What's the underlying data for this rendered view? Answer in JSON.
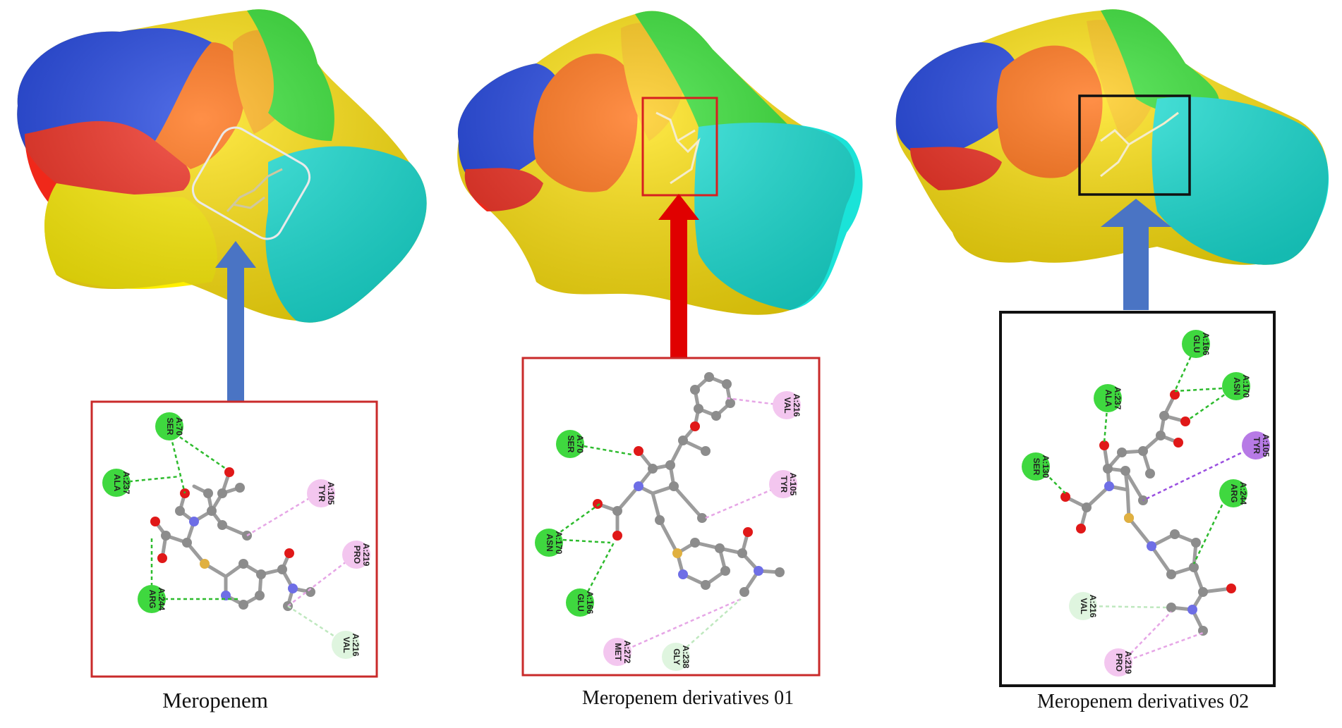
{
  "figure": {
    "panels": [
      {
        "caption": "Meropenem",
        "ligand_box_color": "#e9e9e9",
        "arrow_color": "#4a74c4",
        "residues": [
          {
            "name": "SER",
            "pos": "A:70",
            "kind": "hbond"
          },
          {
            "name": "ALA",
            "pos": "A:237",
            "kind": "hbond"
          },
          {
            "name": "ARG",
            "pos": "A:244",
            "kind": "hbond"
          },
          {
            "name": "TYR",
            "pos": "A:105",
            "kind": "pi-alkyl"
          },
          {
            "name": "PRO",
            "pos": "A:219",
            "kind": "pi-alkyl"
          },
          {
            "name": "VAL",
            "pos": "A:216",
            "kind": "vdw"
          }
        ]
      },
      {
        "caption": "Meropenem derivatives 01",
        "ligand_box_color": "#d62020",
        "arrow_color": "#e00000",
        "residues": [
          {
            "name": "VAL",
            "pos": "A:216",
            "kind": "pi-alkyl"
          },
          {
            "name": "SER",
            "pos": "A:70",
            "kind": "hbond"
          },
          {
            "name": "TYR",
            "pos": "A:105",
            "kind": "pi-alkyl"
          },
          {
            "name": "ASN",
            "pos": "A:170",
            "kind": "hbond"
          },
          {
            "name": "GLU",
            "pos": "A:166",
            "kind": "hbond"
          },
          {
            "name": "MET",
            "pos": "A:272",
            "kind": "pi-alkyl"
          },
          {
            "name": "GLY",
            "pos": "A:238",
            "kind": "vdw"
          }
        ]
      },
      {
        "caption": "Meropenem derivatives 02",
        "ligand_box_color": "#111111",
        "arrow_color": "#4a74c4",
        "residues": [
          {
            "name": "GLU",
            "pos": "A:166",
            "kind": "hbond"
          },
          {
            "name": "ASN",
            "pos": "A:170",
            "kind": "hbond"
          },
          {
            "name": "ALA",
            "pos": "A:237",
            "kind": "hbond"
          },
          {
            "name": "SER",
            "pos": "A:130",
            "kind": "hbond"
          },
          {
            "name": "TYR",
            "pos": "A:105",
            "kind": "pi-pi"
          },
          {
            "name": "ARG",
            "pos": "A:244",
            "kind": "hbond"
          },
          {
            "name": "VAL",
            "pos": "A:216",
            "kind": "vdw"
          },
          {
            "name": "PRO",
            "pos": "A:219",
            "kind": "pi-alkyl"
          }
        ]
      }
    ],
    "colors": {
      "hbond_residue": "#3fd83f",
      "pi_alkyl_residue": "#f3c6ef",
      "pi_pi_residue": "#b77ae6",
      "vdw_residue": "#dff5df",
      "carbon": "#8c8c8c",
      "oxygen": "#e01010",
      "nitrogen": "#6a6ae8",
      "sulfur": "#e0b040"
    }
  }
}
